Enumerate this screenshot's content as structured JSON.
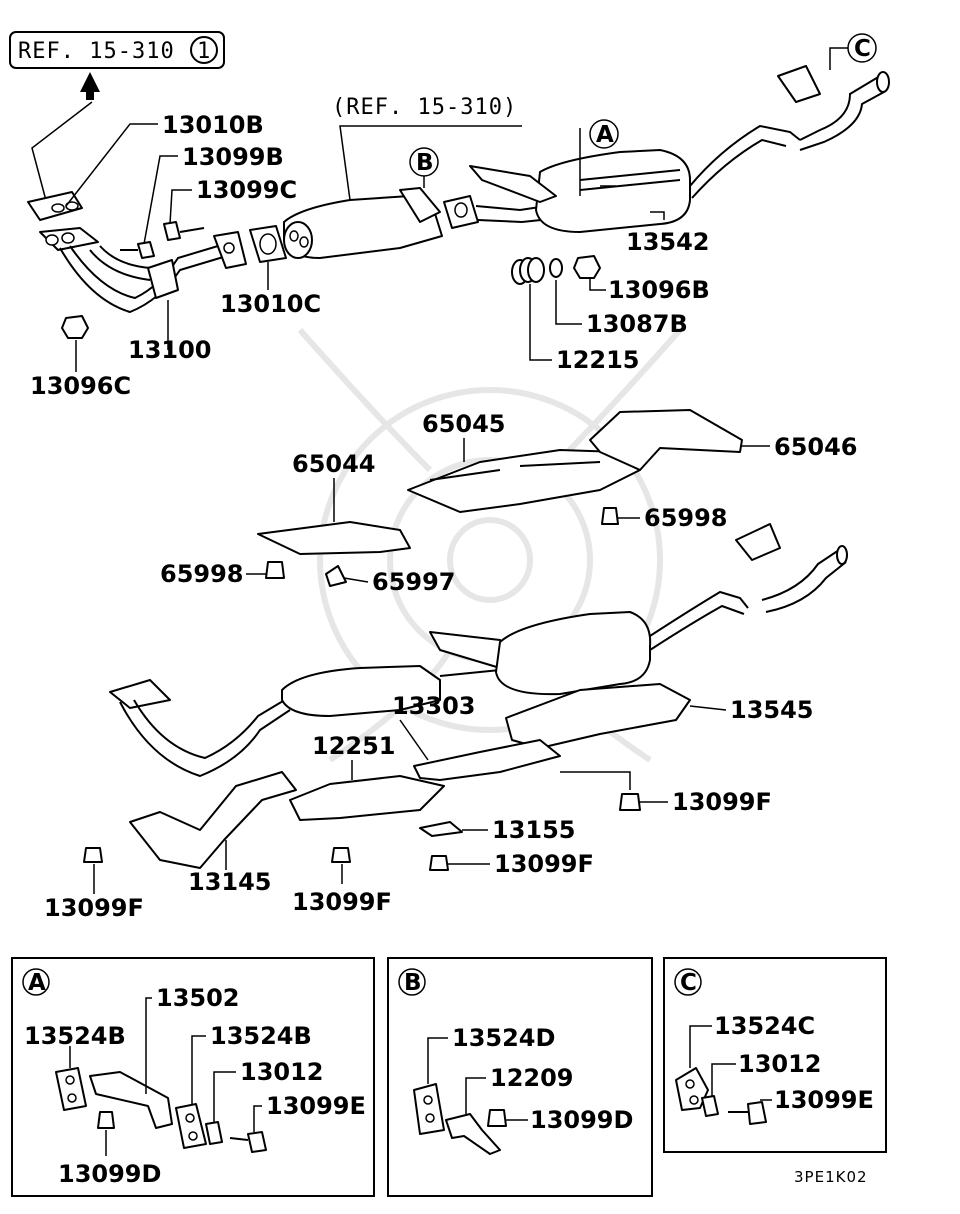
{
  "title_ref": "REF. 15-310",
  "title_ref_circle": "1",
  "ref_center": "(REF. 15-310)",
  "callouts": [
    "A",
    "B",
    "C"
  ],
  "labels": [
    "13010B",
    "13099B",
    "13099C",
    "13100",
    "13096C",
    "13010C",
    "13542",
    "13096B",
    "13087B",
    "12215",
    "65045",
    "65046",
    "65044",
    "65998",
    "65998",
    "65997",
    "13303",
    "13545",
    "12251",
    "13155",
    "13099F",
    "13099F",
    "13145",
    "13099F",
    "13099F"
  ],
  "detail_a": {
    "title": "A",
    "labels": [
      "13502",
      "13524B",
      "13524B",
      "13012",
      "13099E",
      "13099D"
    ]
  },
  "detail_b": {
    "title": "B",
    "labels": [
      "13524D",
      "12209",
      "13099D"
    ]
  },
  "detail_c": {
    "title": "C",
    "labels": [
      "13524C",
      "13012",
      "13099E"
    ]
  },
  "diagram_code": "3PE1K02"
}
